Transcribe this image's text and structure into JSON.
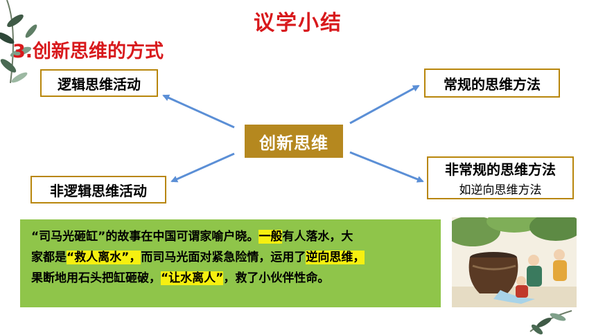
{
  "slide": {
    "title": "议学小结",
    "subtitle": "3.创新思维的方式"
  },
  "mindmap": {
    "center": "创新思维",
    "left_top": "逻辑思维活动",
    "left_bottom": "非逻辑思维活动",
    "right_top": "常规的思维方法",
    "right_bottom": "非常规的思维方法",
    "right_bottom_sub": "如逆向思维方法"
  },
  "story": {
    "line1": [
      {
        "t": "“司马光砸缸”的故事在中国可谓家喻户晓。",
        "h": false
      },
      {
        "t": "一般",
        "h": true
      },
      {
        "t": "有人落水，大",
        "h": false
      }
    ],
    "line2": [
      {
        "t": "家都是",
        "h": false
      },
      {
        "t": "“救人离水”，",
        "h": true
      },
      {
        "t": "而司马光面对紧急险情，运用了",
        "h": false
      },
      {
        "t": "逆向思维，",
        "h": true
      }
    ],
    "line3": [
      {
        "t": "果断地用石头把缸砸破，",
        "h": false
      },
      {
        "t": "“让水离人”",
        "h": true
      },
      {
        "t": "，救了小伙伴性命。",
        "h": false
      }
    ]
  },
  "colors": {
    "title_red": "#d8191c",
    "box_border": "#b8860b",
    "center_fill": "#b5881f",
    "arrow_blue": "#5b8fd6",
    "story_green": "#8fc54a",
    "highlight_yellow": "#f6f010"
  },
  "icons": [
    "leaf-branch-decoration",
    "sima-guang-illustration"
  ]
}
